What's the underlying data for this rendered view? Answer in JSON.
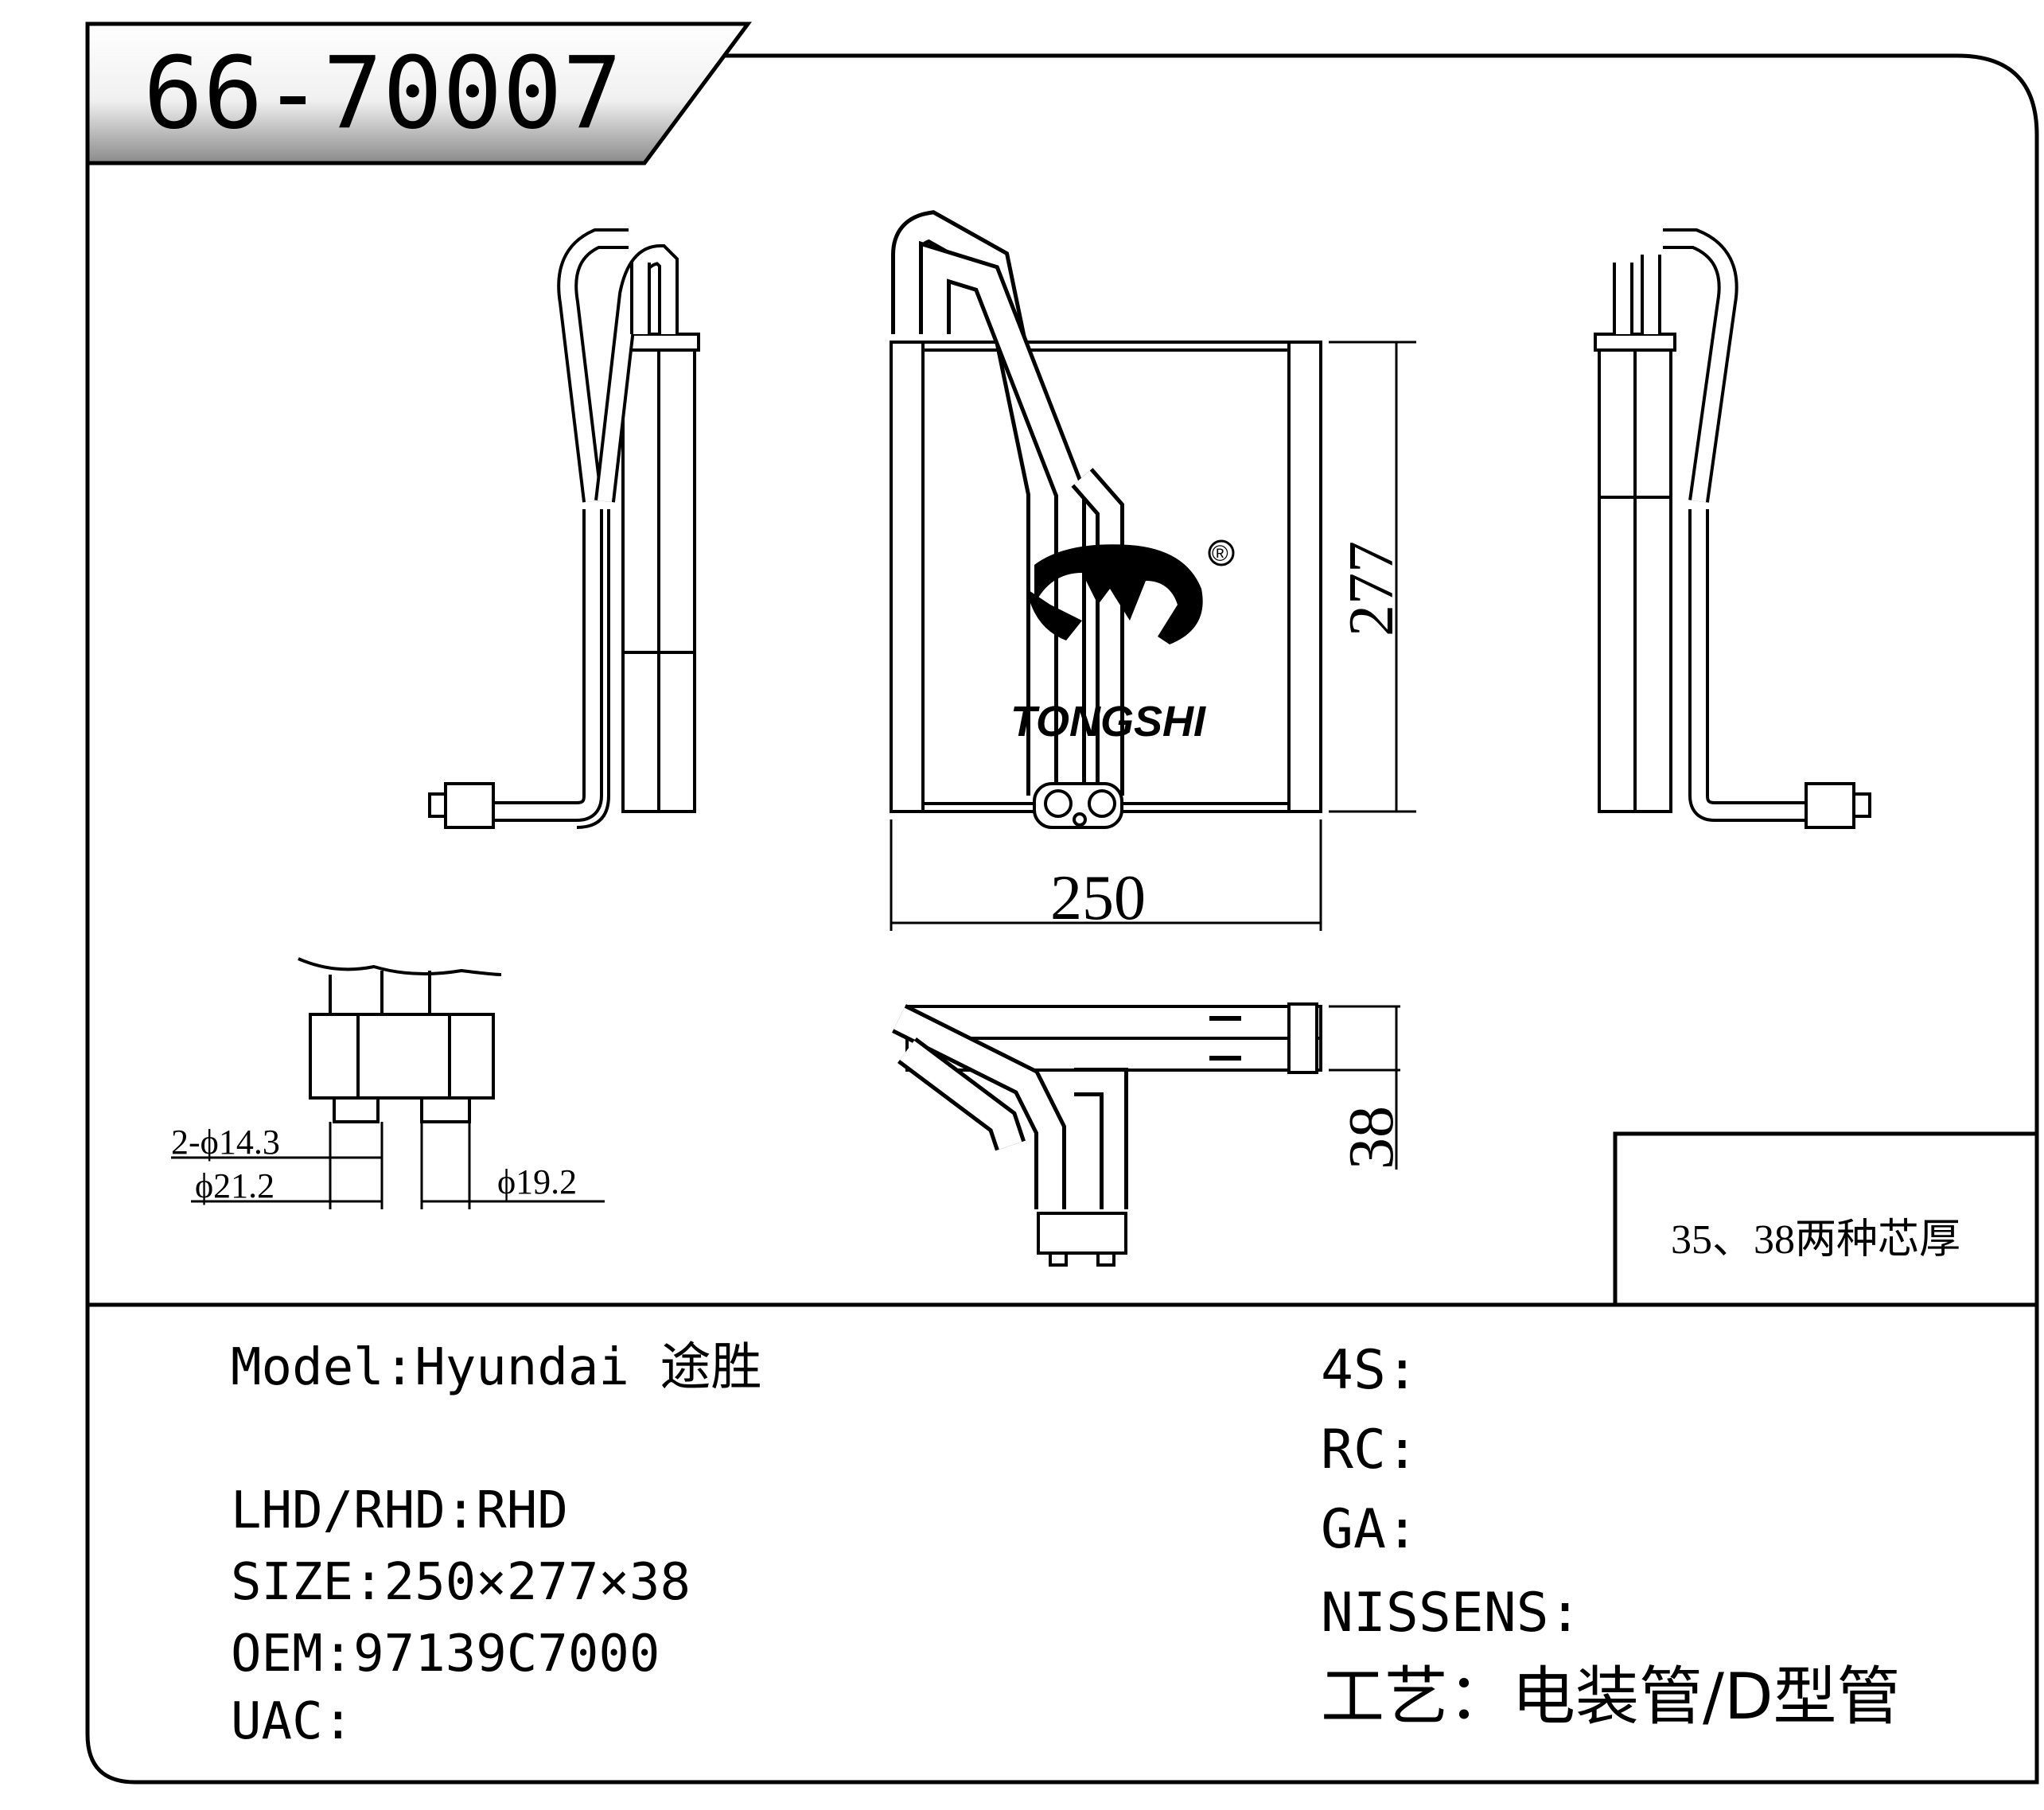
{
  "part_number": "66-70007",
  "brand": {
    "name": "TONGSHI",
    "registered_mark": "®"
  },
  "dimensions": {
    "height": "277",
    "width": "250",
    "depth": "38",
    "fitting_small": "2-ϕ14.3",
    "fitting_large_left": "ϕ21.2",
    "fitting_large_right": "ϕ19.2"
  },
  "note": "35、38两种芯厚",
  "specs": {
    "model": "Model:Hyundai 途胜",
    "lhd_rhd": "LHD/RHD:RHD",
    "size": "SIZE:250×277×38",
    "oem": "OEM:97139C7000",
    "uac": "UAC:"
  },
  "refs": {
    "s4": "4S:",
    "rc": "RC:",
    "ga": "GA:",
    "nissens": "NISSENS:",
    "process": "工艺：电装管/D型管"
  }
}
